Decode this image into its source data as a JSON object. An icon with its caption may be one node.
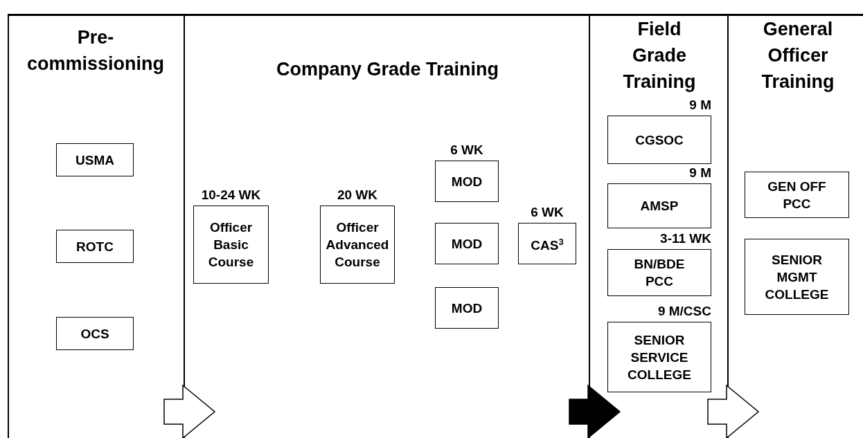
{
  "diagram": {
    "nodes": [
      {
        "text": [
          "Pre- commissioning"
        ]
      },
      {
        "text": [
          "Company Grade Training"
        ]
      },
      {
        "text": [
          "Field Grade Training"
        ]
      },
      {
        "text": [
          "General Officer Training"
        ]
      },
      {
        "text": [
          "USMA"
        ],
        "in": 0
      },
      {
        "text": [
          "ROTC"
        ],
        "in": 0
      },
      {
        "text": [
          "OCS"
        ],
        "in": 0
      },
      {
        "text": [
          "Officer Basic Course"
        ],
        "in": 1,
        "beside": [
          "10-24 WK"
        ]
      },
      {
        "text": [
          "Officer Advanced Course"
        ],
        "in": 1,
        "beside": [
          "20 WK"
        ]
      },
      {
        "text": [
          "MOD"
        ],
        "in": 1,
        "beside": [
          "6 WK"
        ]
      },
      {
        "text": [
          "MOD"
        ],
        "in": 1
      },
      {
        "text": [
          "MOD"
        ],
        "in": 1
      },
      {
        "text": [
          "CAS$^{3}$"
        ],
        "in": 1,
        "beside": [
          "6 WK"
        ]
      },
      {
        "text": [
          "CGSOC"
        ],
        "in": 2,
        "beside": [
          "9 M"
        ]
      },
      {
        "text": [
          "AMSP"
        ],
        "in": 2,
        "beside": [
          "9 M"
        ]
      },
      {
        "text": [
          "BN/BDE PCC"
        ],
        "in": 2,
        "beside": [
          "3-11 WK"
        ]
      },
      {
        "text": [
          "SENIOR SERVICE COLLEGE"
        ],
        "in": 2,
        "beside": [
          "9 M/CSC"
        ]
      },
      {
        "text": [
          "GEN OFF PCC"
        ],
        "in": 3
      },
      {
        "text": [
          "SENIOR MGMT COLLEGE"
        ],
        "in": 3
      }
    ],
    "edges": [
      {
        "from": 0,
        "to": 1,
        "arrow": "to"
      },
      {
        "from": 1,
        "to": 2,
        "arrow": "to",
        "color": "#000000"
      },
      {
        "from": 2,
        "to": 3,
        "arrow": "to"
      }
    ]
  }
}
